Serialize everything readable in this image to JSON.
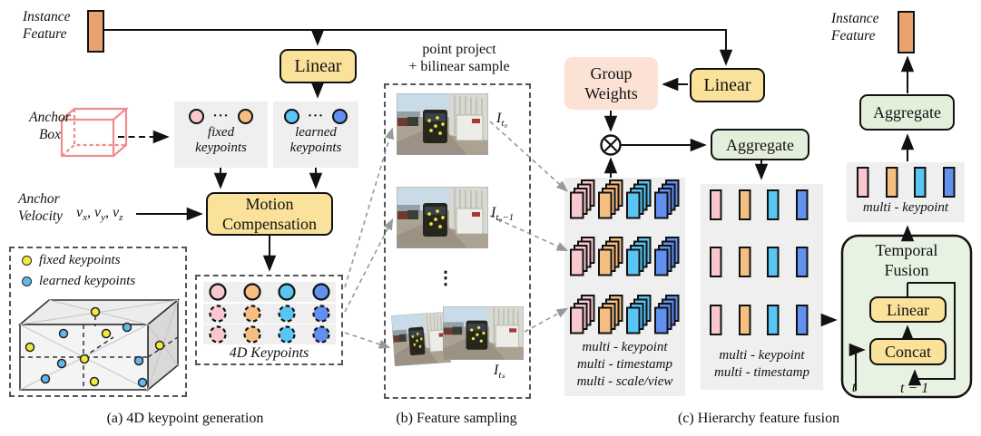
{
  "palette": {
    "bar_orange": "#E9A36F",
    "box_yellow": "#FAE29B",
    "box_green": "#E4EFDB",
    "tf_green": "#E8F2E2",
    "box_peach": "#FBE2D5",
    "panel_gray": "#EFEFEF",
    "keypoint_colors": [
      "#F8C8CE",
      "#F7BE82",
      "#58C5F2",
      "#6190EE"
    ],
    "legend_yellow": "#F2E93E",
    "legend_blue": "#62B8EA",
    "anchor_pink": "#EF8C8C",
    "arrow_black": "#111111",
    "arrow_gray": "#999999"
  },
  "section_a": {
    "instance_feature_label": "Instance Feature",
    "linear_label": "Linear",
    "anchor_box_label": "Anchor Box",
    "anchor_velocity_label": "Anchor Velocity",
    "velocity": {
      "base": "v",
      "sub_x": "x",
      "sub_y": "y",
      "sub_z": "z",
      "sep": ", "
    },
    "fixed_keypoints_label": "fixed keypoints",
    "learned_keypoints_label": "learned keypoints",
    "ellipsis": "···",
    "motion_compensation_label": "Motion Compensation",
    "legend": {
      "fixed_label": "fixed keypoints",
      "learned_label": "learned keypoints"
    },
    "keypoints_box_label": "4D Keypoints",
    "caption": "(a) 4D keypoint generation"
  },
  "section_b": {
    "title_line1": "point project",
    "title_line2": "+ bilinear sample",
    "image1_label": {
      "base": "I",
      "sub": "t₀"
    },
    "image2_label": {
      "base": "I",
      "sub": "t₀−1"
    },
    "image3_label": {
      "base": "I",
      "sub": "tₛ"
    },
    "vdots": "⋮",
    "caption": "(b) Feature sampling"
  },
  "section_c": {
    "group_weights_label": "Group Weights",
    "linear_label": "Linear",
    "aggregate_label": "Aggregate",
    "multiply_icon": "circle-times",
    "stack_labels": [
      "multi - keypoint",
      "multi - timestamp",
      "multi - scale/view"
    ],
    "mid_labels": [
      "multi - keypoint",
      "multi - timestamp"
    ],
    "right_label": "multi - keypoint",
    "temporal_fusion_label": "Temporal Fusion",
    "tf_linear_label": "Linear",
    "tf_concat_label": "Concat",
    "t_label": "t",
    "t_minus_1_label": "t − 1",
    "aggregate_right_label": "Aggregate",
    "instance_feature_label": "Instance Feature",
    "caption": "(c) Hierarchy feature fusion"
  }
}
